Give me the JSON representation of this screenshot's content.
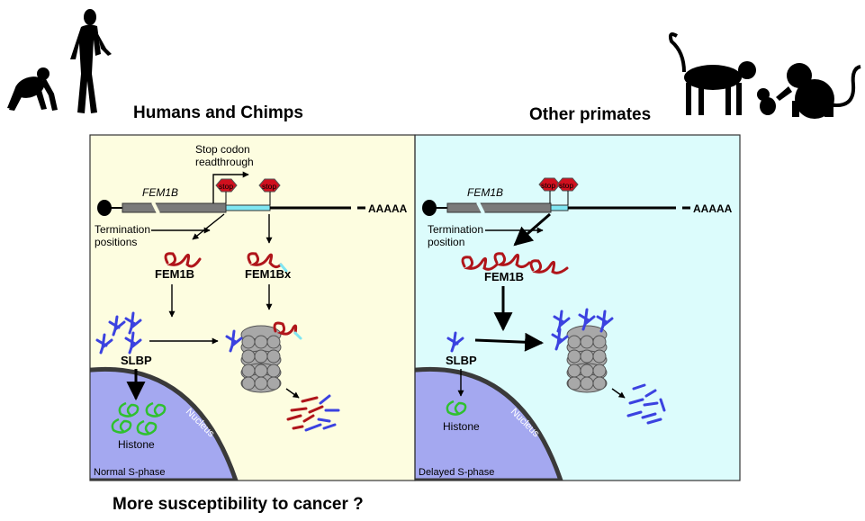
{
  "headings": {
    "left": "Humans and Chimps",
    "right": "Other primates",
    "bottom": "More susceptibility to cancer ?"
  },
  "left_panel": {
    "gene_label": "FEM1B",
    "readthrough_label_line1": "Stop codon",
    "readthrough_label_line2": "readthrough",
    "stop_label": "stop",
    "polya_label": "AAAAA",
    "termination_line1": "Termination",
    "termination_line2": "positions",
    "protein1_label": "FEM1B",
    "protein2_label": "FEM1Bx",
    "slbp_label": "SLBP",
    "histone_label": "Histone",
    "nucleus_label": "Nucleus",
    "phase_label": "Normal S-phase"
  },
  "right_panel": {
    "gene_label": "FEM1B",
    "stop_label": "stop",
    "polya_label": "AAAAA",
    "termination_line1": "Termination",
    "termination_line2": "position",
    "protein_label": "FEM1B",
    "slbp_label": "SLBP",
    "histone_label": "Histone",
    "nucleus_label": "Nucleus",
    "phase_label": "Delayed S-phase"
  },
  "colors": {
    "left_bg": "#fdfde0",
    "right_bg": "#dcfcfc",
    "nucleus": "#a4a8f0",
    "slbp": "#3b42e0",
    "fem1b": "#b0151a",
    "histone": "#2fc02f",
    "stop": "#d0101e",
    "utr": "#7fe6f2"
  }
}
